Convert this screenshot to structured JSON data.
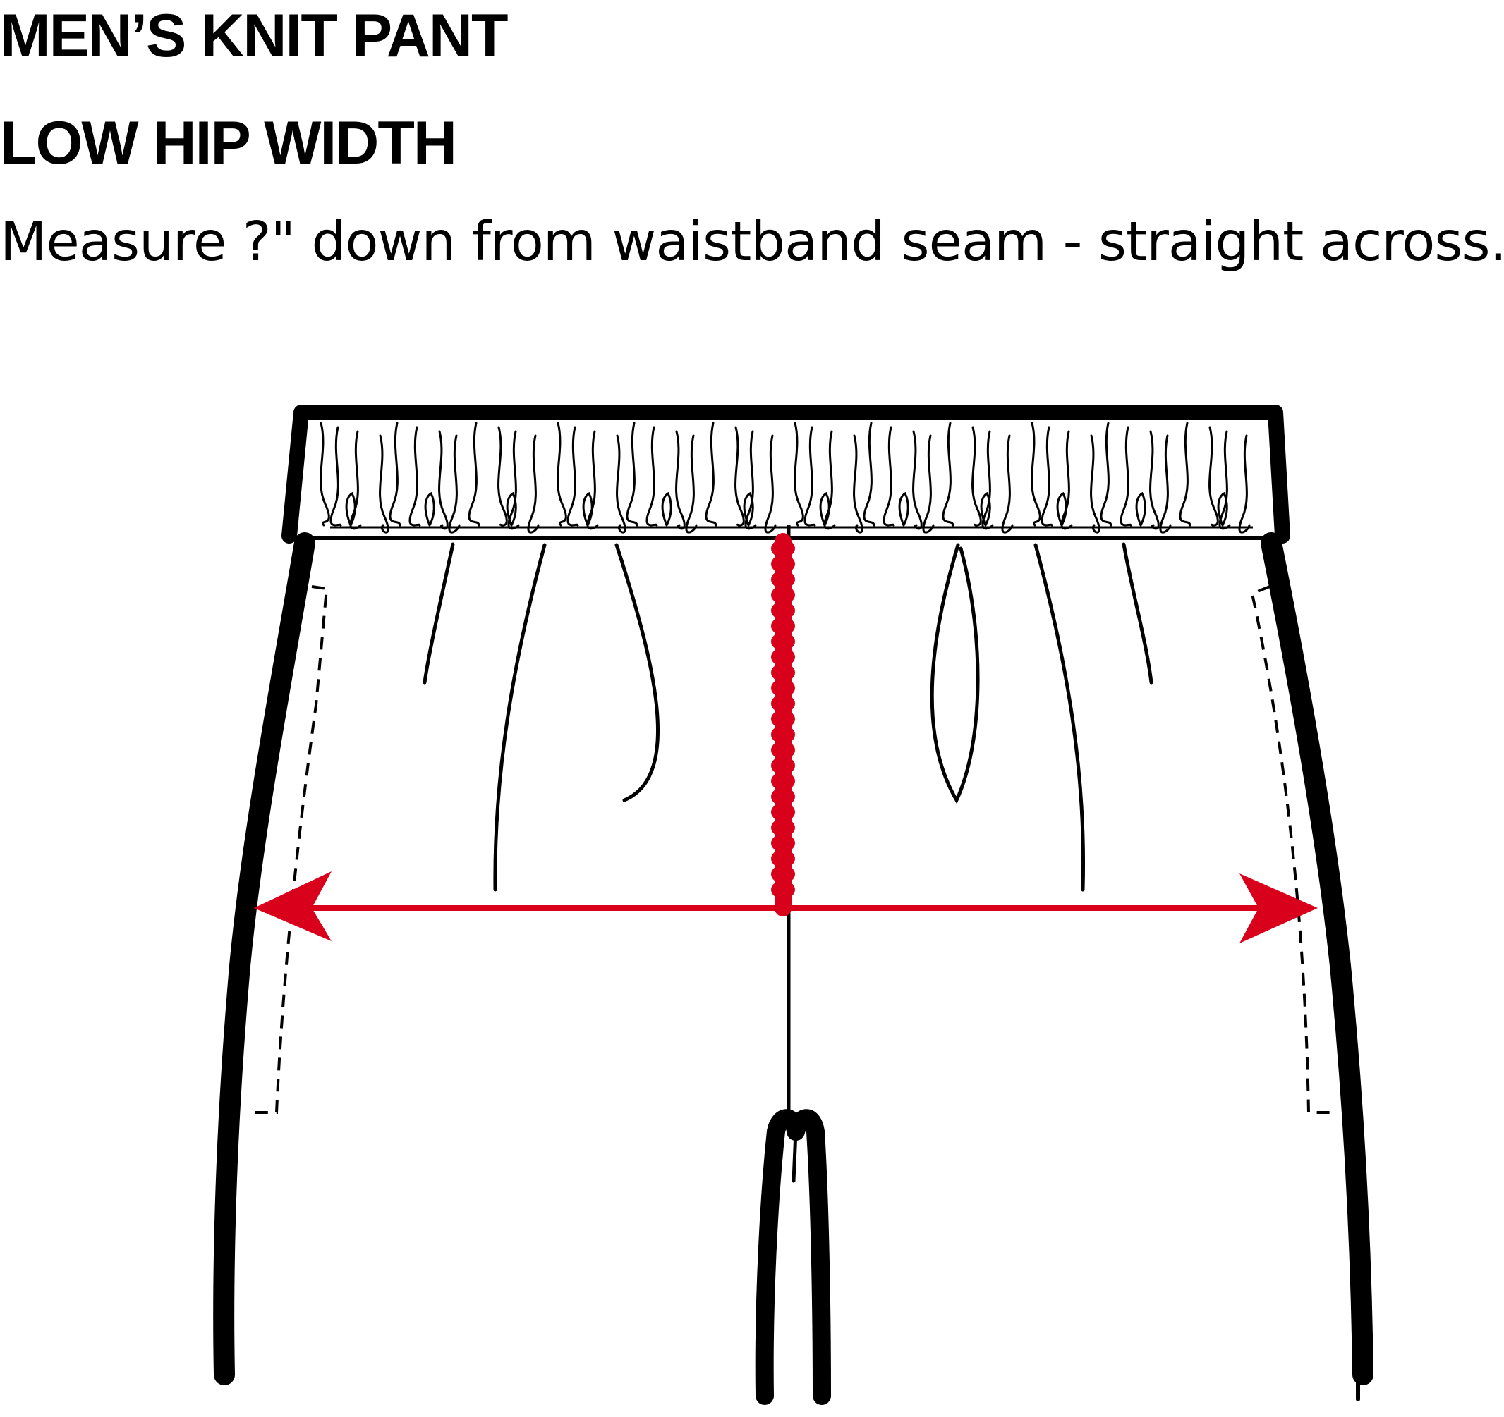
{
  "header": {
    "title": "MEN’S KNIT PANT",
    "subtitle": "LOW HIP WIDTH",
    "instruction": "Measure ?\" down from waistband seam - straight across."
  },
  "diagram": {
    "garment": "knit pant front view",
    "outline_color": "#000000",
    "measure_color": "#d9001b",
    "measurements": [
      {
        "name": "low-hip-width",
        "direction": "horizontal",
        "style": "double-arrow"
      },
      {
        "name": "drop-from-waistband-seam",
        "direction": "vertical",
        "style": "bumpy-line"
      }
    ]
  }
}
